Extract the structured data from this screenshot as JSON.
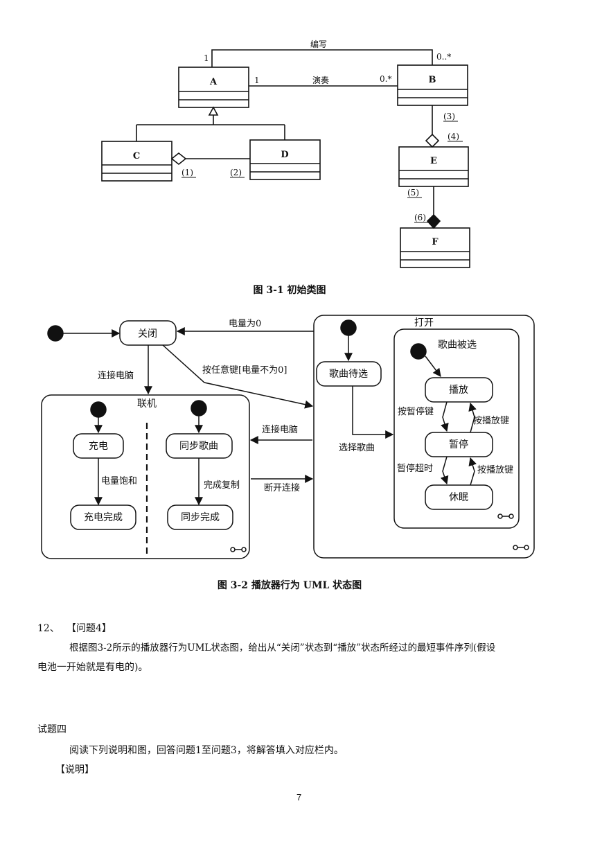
{
  "class_diagram": {
    "classes": {
      "a": "A",
      "b": "B",
      "c": "C",
      "d": "D",
      "e": "E",
      "f": "F"
    },
    "assoc_write": {
      "label": "编写",
      "a_mult": "1",
      "b_mult": "0..*"
    },
    "assoc_play": {
      "label": "演奏",
      "a_mult": "1",
      "b_mult": "0.*"
    },
    "blanks": {
      "b1": "(1)",
      "b2": "(2)",
      "b3": "(3)",
      "b4": "(4)",
      "b5": "(5)",
      "b6": "(6)"
    },
    "caption": "图 3-1   初始类图"
  },
  "state_diagram": {
    "states": {
      "closed": "关闭",
      "connected": "联机",
      "charging": "充电",
      "charge_done": "充电完成",
      "syncing": "同步歌曲",
      "sync_done": "同步完成",
      "open": "打开",
      "waiting": "歌曲待选",
      "selected": "歌曲被选",
      "playing": "播放",
      "paused": "暂停",
      "sleep": "休眠"
    },
    "transitions": {
      "power_zero": "电量为0",
      "connect_pc": "连接电脑",
      "any_key": "按任意键[电量不为0]",
      "battery_full": "电量饱和",
      "copy_done": "完成复制",
      "connect_pc2": "连接电脑",
      "disconnect": "断开连接",
      "select_song": "选择歌曲",
      "press_pause": "按暂停键",
      "press_play": "按播放键",
      "pause_timeout": "暂停超时",
      "press_play2": "按播放键"
    },
    "caption": "图 3-2   播放器行为 UML 状态图"
  },
  "text": {
    "q_number": "12、",
    "q_title": "【问题4】",
    "q_body_1": "根据图3-2所示的播放器行为UML状态图，给出从“关闭”状态到“播放”状态所经过的最短事件序列(假设",
    "q_body_2": "电池一开始就是有电的)。",
    "section_title": "试题四",
    "section_intro": "阅读下列说明和图，回答问题1至问题3，将解答填入对应栏内。",
    "section_note": "【说明】",
    "page_number": "7"
  }
}
